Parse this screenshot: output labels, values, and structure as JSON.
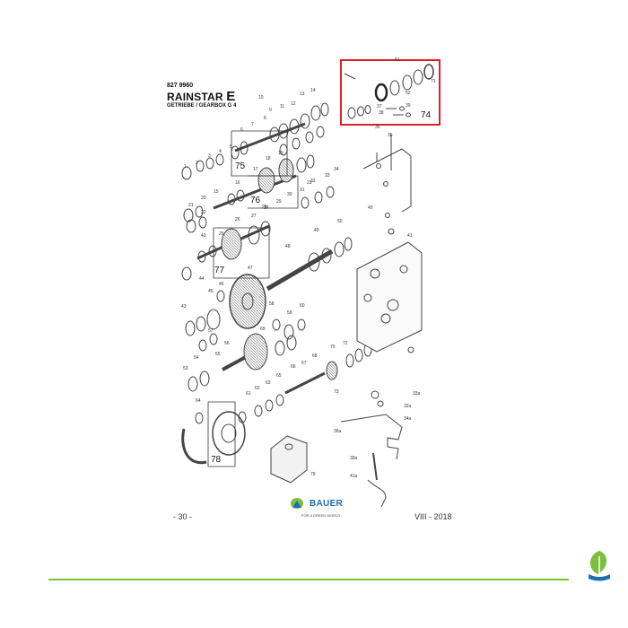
{
  "header": {
    "part_number": "827 9960",
    "title_main": "RAINSTAR",
    "title_letter": "E",
    "subtitle": "GETRIEBE / GEARBOX G 4"
  },
  "footer": {
    "page_number": "- 30 -",
    "date_code": "VIII - 2018",
    "brand_name": "BAUER",
    "brand_tagline": "FOR A GREEN WORLD"
  },
  "diagram": {
    "group_labels": [
      "74",
      "75",
      "76",
      "77",
      "78"
    ],
    "highlight_color": "#d9232a",
    "part_labels": [
      "1",
      "2",
      "3",
      "4",
      "5",
      "6",
      "7",
      "8",
      "9",
      "10",
      "11",
      "12",
      "13",
      "14",
      "15",
      "16",
      "17",
      "18",
      "19",
      "20",
      "21",
      "22",
      "23",
      "24",
      "25",
      "26",
      "27",
      "28",
      "29",
      "30",
      "31",
      "32",
      "33",
      "34",
      "35",
      "36",
      "37",
      "38",
      "39",
      "40",
      "41",
      "42",
      "43",
      "44",
      "45",
      "46",
      "47",
      "48",
      "49",
      "50",
      "51",
      "52",
      "53",
      "54",
      "55",
      "56",
      "57",
      "58",
      "59",
      "60",
      "61",
      "62",
      "63",
      "64",
      "65",
      "66",
      "67",
      "68",
      "69",
      "70",
      "71",
      "72",
      "73",
      "79",
      "33a",
      "32a",
      "34a",
      "36a",
      "39a",
      "41a"
    ]
  },
  "colors": {
    "accent_green": "#7dbe3e",
    "brand_blue": "#1a6fb5"
  }
}
